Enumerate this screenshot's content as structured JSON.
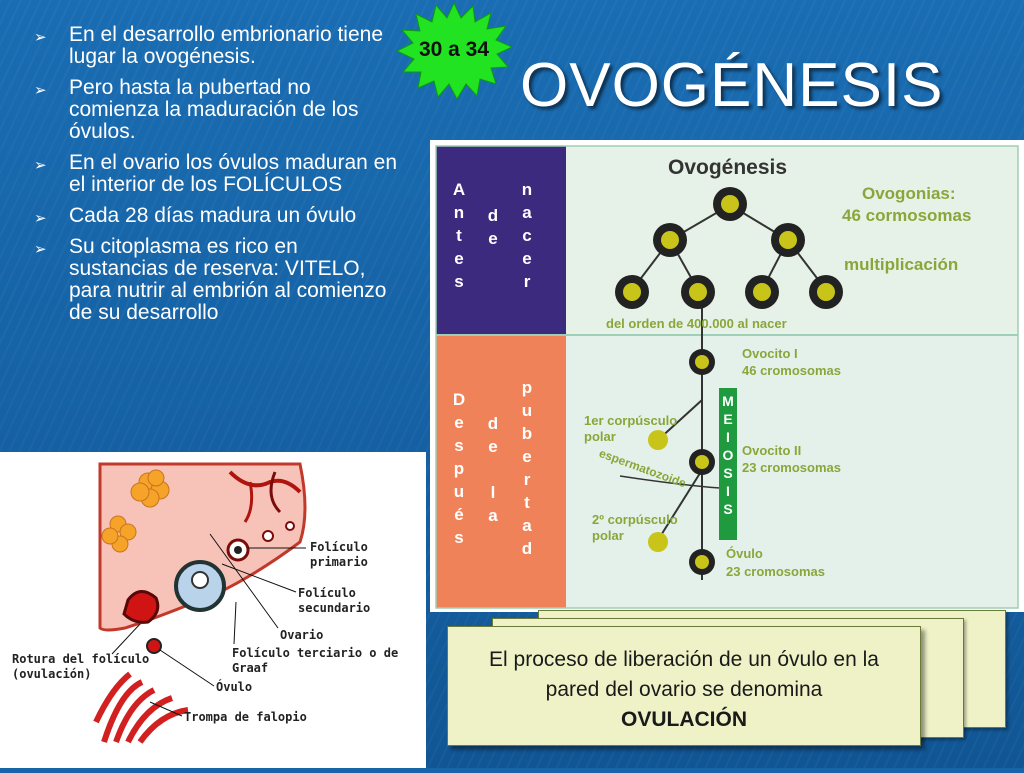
{
  "slide": {
    "title": "OVOGÉNESIS",
    "badge": "30 a 34",
    "bullets": [
      "En el desarrollo embrionario tiene lugar la ovogénesis.",
      "Pero hasta la pubertad no comienza la maduración de los óvulos.",
      "En el ovario los óvulos maduran en el interior de los FOLÍCULOS",
      "Cada 28 días madura un óvulo",
      "Su citoplasma es rico en sustancias de reserva: VITELO, para nutrir al embrión al comienzo de su desarrollo"
    ],
    "bullet_marker": "➢"
  },
  "diagram": {
    "title": "Ovogénesis",
    "antes_col1": [
      "A",
      "n",
      "t",
      "e",
      "s"
    ],
    "antes_col2": [
      "d",
      "e"
    ],
    "antes_col3": [
      "n",
      "a",
      "c",
      "e",
      "r"
    ],
    "despues_col1": [
      "D",
      "e",
      "s",
      "p",
      "u",
      "é",
      "s"
    ],
    "despues_col2": [
      "d",
      "e",
      "",
      "l",
      "a"
    ],
    "despues_col3": [
      "p",
      "u",
      "b",
      "e",
      "r",
      "t",
      "a",
      "d"
    ],
    "ovogonias": "Ovogonias:",
    "ovogonias_count": "46 cormosomas",
    "multiplicacion": "multiplicación",
    "del_orden": "del orden de 400.000 al nacer",
    "ovocito1": "Ovocito I",
    "ovocito1_count": "46 cromosomas",
    "corpusculo1": "1er corpúsculo",
    "corpusculo1b": "polar",
    "ovocito2": "Ovocito II",
    "ovocito2_count": "23 cromosomas",
    "espermatozoide": "espermatozoide",
    "corpusculo2": "2º corpúsculo",
    "corpusculo2b": "polar",
    "ovulo": "Óvulo",
    "ovulo_count": "23 cromosomas",
    "meiosis": [
      "M",
      "E",
      "I",
      "O",
      "S",
      "I",
      "S"
    ]
  },
  "anatomy": {
    "foliculo_primario": "Folículo primario",
    "foliculo_secundario": "Folículo secundario",
    "ovario": "Ovario",
    "foliculo_terciario": "Folículo terciario o de Graaf",
    "rotura1": "Rotura del folículo",
    "rotura2": "(ovulación)",
    "ovulo": "Óvulo",
    "trompa": "Trompa de falopio"
  },
  "note": {
    "text_before": "El proceso de liberación de un óvulo en la pared del ovario se denomina ",
    "text_bold": "OVULACIÓN"
  },
  "colors": {
    "background": "#1565a8",
    "badge": "#22e322",
    "antes_band": "#3b2a7e",
    "despues_band": "#f0825a",
    "diagram_bg": "#e6f2e8",
    "cell_dot": "#c8c419",
    "card": "#eef2c6"
  }
}
